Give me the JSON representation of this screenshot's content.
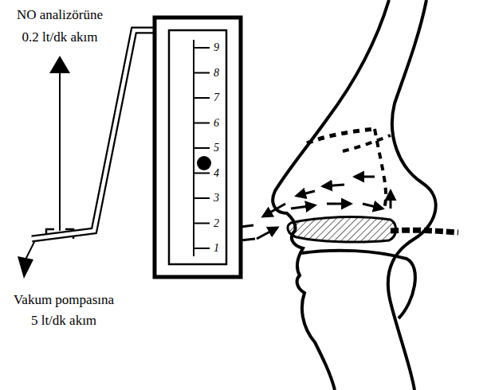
{
  "diagram": {
    "labels": [
      "NO analizörüne",
      "0.2 lt/dk akım",
      "9",
      "8",
      "7",
      "6",
      "5",
      "4",
      "3",
      "2",
      "1",
      "Vakum pompasına",
      "5 lt/dk akım"
    ]
  }
}
